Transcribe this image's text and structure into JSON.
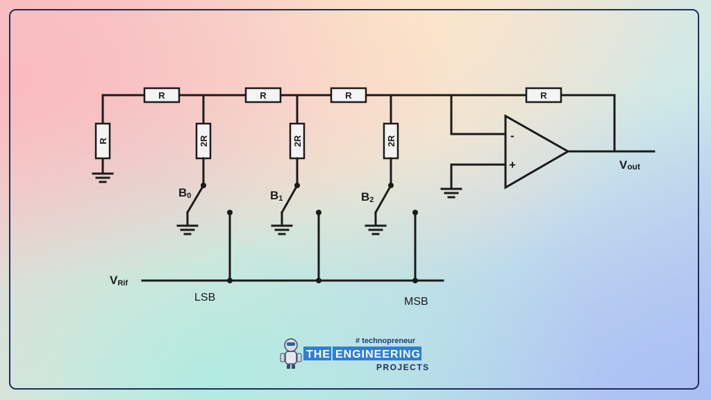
{
  "diagram": {
    "resistors": {
      "r_top_1": "R",
      "r_top_2": "R",
      "r_top_3": "R",
      "r_feedback": "R",
      "r_left": "R",
      "r_2r_0": "2R",
      "r_2r_1": "2R",
      "r_2r_2": "2R"
    },
    "switches": {
      "b0_main": "B",
      "b0_sub": "0",
      "b1_main": "B",
      "b1_sub": "1",
      "b2_main": "B",
      "b2_sub": "2"
    },
    "opamp": {
      "minus": "-",
      "plus": "+"
    },
    "output": {
      "main": "V",
      "sub": "out"
    },
    "reference": {
      "main": "V",
      "sub": "Rif"
    },
    "lsb": "LSB",
    "msb": "MSB"
  },
  "logo": {
    "tagline": "# technopreneur",
    "brand_the": "THE",
    "brand_engineering": "ENGINEERING",
    "brand_projects": "PROJECTS"
  },
  "colors": {
    "frame": "#1d2c5a",
    "wire": "#1a1a1a",
    "logo_blue": "#2f7fd6"
  }
}
